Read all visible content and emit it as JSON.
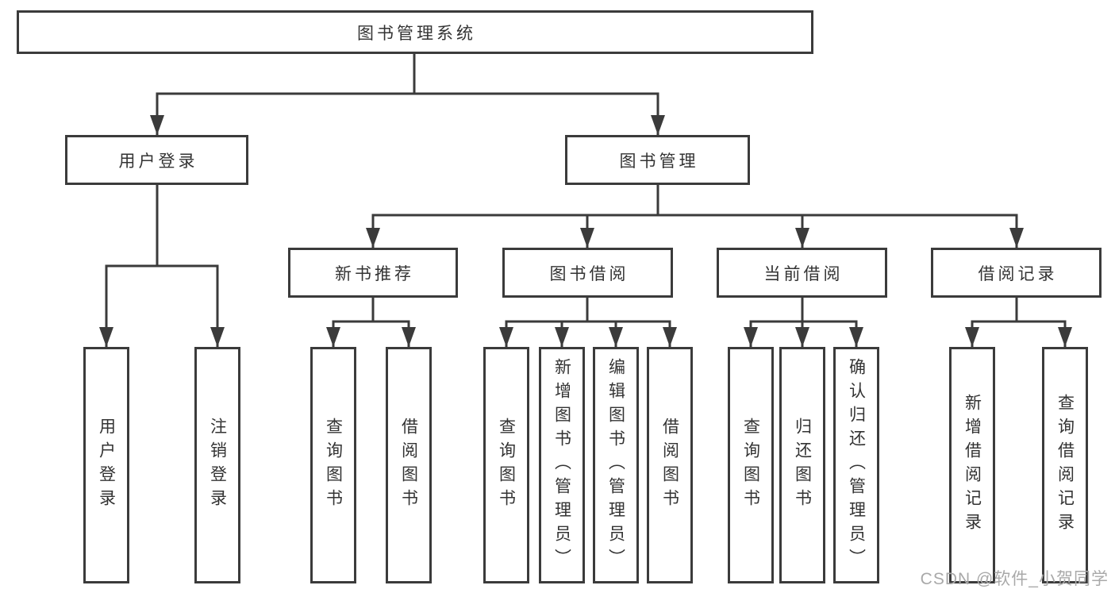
{
  "tree": {
    "root": {
      "label": "图书管理系统"
    },
    "branches": [
      {
        "label": "用户登录",
        "children": [
          {
            "label": "用户登录"
          },
          {
            "label": "注销登录"
          }
        ]
      },
      {
        "label": "图书管理",
        "children": [
          {
            "label": "新书推荐",
            "children": [
              {
                "label": "查询图书"
              },
              {
                "label": "借阅图书"
              }
            ]
          },
          {
            "label": "图书借阅",
            "children": [
              {
                "label": "查询图书"
              },
              {
                "label": "新增图书（管理员）"
              },
              {
                "label": "编辑图书（管理员）"
              },
              {
                "label": "借阅图书"
              }
            ]
          },
          {
            "label": "当前借阅",
            "children": [
              {
                "label": "查询图书"
              },
              {
                "label": "归还图书"
              },
              {
                "label": "确认归还（管理员）"
              }
            ]
          },
          {
            "label": "借阅记录",
            "children": [
              {
                "label": "新增借阅记录"
              },
              {
                "label": "查询借阅记录"
              }
            ]
          }
        ]
      }
    ]
  },
  "watermark": {
    "text": "CSDN @软件_小贺同学"
  },
  "colors": {
    "line": "#3b3b3b",
    "node_border": "#3b3b3b",
    "node_text": "#333333",
    "background": "#ffffff",
    "watermark": "#a9a9a9"
  }
}
